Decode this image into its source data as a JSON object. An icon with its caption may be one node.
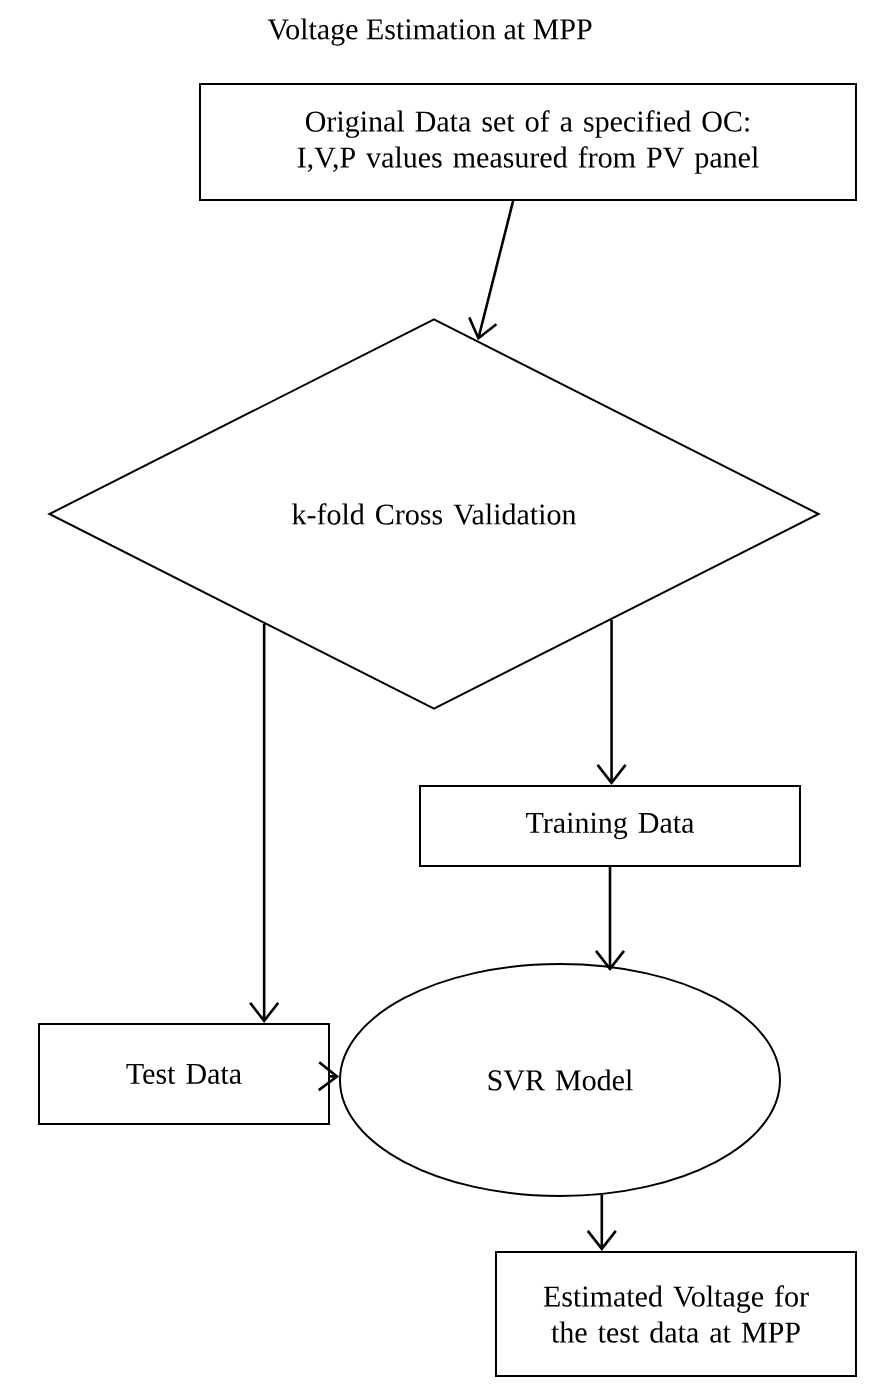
{
  "diagram": {
    "title": "Voltage Estimation  at MPP",
    "nodes": [
      {
        "text": [
          "Original Data set of a specified OC: I,V,P values measured from PV panel"
        ]
      },
      {
        "text": [
          "k-fold Cross Validation"
        ]
      },
      {
        "text": [
          "Training Data"
        ]
      },
      {
        "text": [
          "Test Data"
        ]
      },
      {
        "text": [
          "SVR Model"
        ]
      },
      {
        "text": [
          "Estimated Voltage for the test data at MPP"
        ]
      }
    ],
    "edges": [
      {
        "from": 0,
        "to": 1,
        "arrow": "to"
      },
      {
        "from": 1,
        "to": 3,
        "arrow": "to"
      },
      {
        "from": 1,
        "to": 2,
        "arrow": "to"
      },
      {
        "from": 2,
        "to": 4,
        "arrow": "to"
      },
      {
        "from": 3,
        "to": 4,
        "arrow": "to"
      },
      {
        "from": 4,
        "to": 5,
        "arrow": "to"
      }
    ]
  }
}
